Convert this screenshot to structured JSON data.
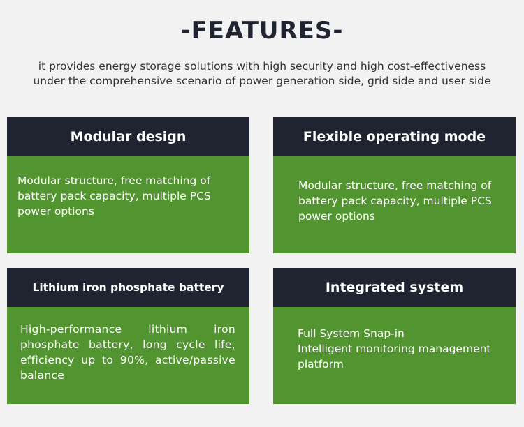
{
  "header": {
    "title": "-FEATURES-",
    "subtitle_line1": "it provides energy storage solutions with high security and high cost-effectiveness",
    "subtitle_line2": "under the comprehensive scenario of power generation side, grid side and user side"
  },
  "colors": {
    "background": "#f2f2f2",
    "header_bar": "#1f2430",
    "card_body": "#529430",
    "text_light": "#ffffff"
  },
  "cards": [
    {
      "title": "Modular design",
      "body": "Modular structure, free matching of battery pack capacity, multiple PCS power options"
    },
    {
      "title": "Flexible operating mode",
      "body": "Modular structure, free matching of battery pack capacity, multiple PCS power options"
    },
    {
      "title": "Lithium iron phosphate battery",
      "body": "High-performance lithium iron phosphate battery, long cycle life, efficiency up to 90%, active/passive balance"
    },
    {
      "title": "Integrated system",
      "body_line1": "Full System Snap-in",
      "body_line2": "Intelligent monitoring management platform"
    }
  ]
}
